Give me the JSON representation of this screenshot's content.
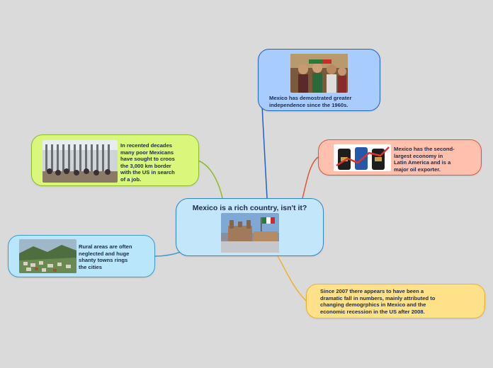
{
  "center": {
    "title": "Mexico is a rich country, isn't it?"
  },
  "nodes": {
    "independence": {
      "text": "Mexico has demostrated greater\nindependence since the 1960s."
    },
    "border": {
      "text": "In recented decades\nmany poor Mexicans\nhave sought to croos\nthe 3,000 km border\nwith the US in search\nof a job."
    },
    "economy": {
      "text": "Mexico has the second-\nlargest economy in\nLatin America and is a\nmajor oil exporter."
    },
    "rural": {
      "text": "Rural areas are often\nneglected and huge\nshanty towns rings\nthe cities"
    },
    "decline": {
      "text": "Since 2007 there appears to have been a\ndramatic fall in numbers, mainly attributed to\nchanging demogrphics in Mexico and the\neconomic recession in the US after 2008."
    }
  },
  "colors": {
    "background": "#dadada",
    "center_fill": "#c3e6fa",
    "center_border": "#2f86c8",
    "independence_fill": "#a9ccff",
    "independence_border": "#1f63c4",
    "border_fill": "#d9f77a",
    "border_border": "#8dbb2a",
    "economy_fill": "#ffc1ad",
    "economy_border": "#e0552f",
    "rural_fill": "#b9e6fb",
    "rural_border": "#3d9bd0",
    "decline_fill": "#ffe189",
    "decline_border": "#f0b02a"
  }
}
